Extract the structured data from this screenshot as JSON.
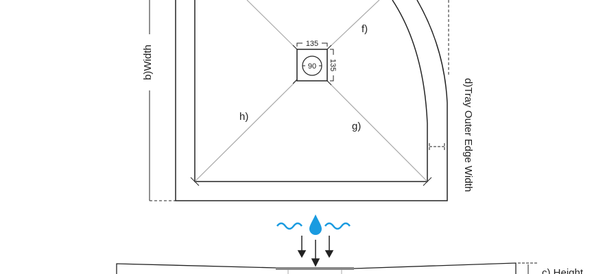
{
  "labels": {
    "width": "b)Width",
    "tray_outer_edge_width": "d)Tray Outer Edge Width",
    "height": "c) Height",
    "diag_f": "f)",
    "diag_g": "g)",
    "diag_h": "h)",
    "drain_width": "135",
    "drain_length": "135",
    "drain_diameter": "90"
  },
  "colors": {
    "line": "#222222",
    "diagonal": "#a0a0a0",
    "water": "#1a9be0"
  }
}
